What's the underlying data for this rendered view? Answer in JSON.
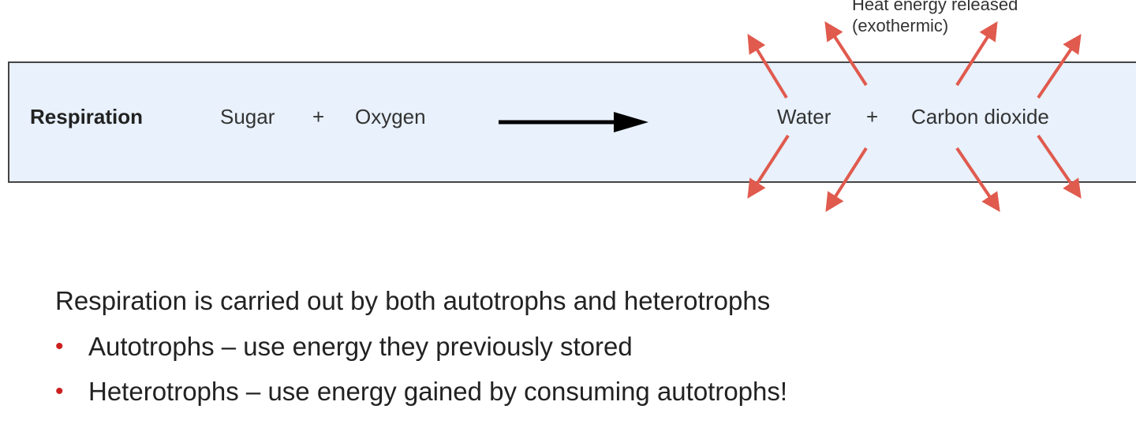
{
  "equation": {
    "process": "Respiration",
    "reactant_1": "Sugar",
    "plus_1": "+",
    "reactant_2": "Oxygen",
    "product_1": "Water",
    "plus_2": "+",
    "product_2": "Carbon dioxide"
  },
  "heat_label": {
    "line_1": "Heat energy released",
    "line_2": "(exothermic)"
  },
  "notes": {
    "lead": "Respiration is carried out by both autotrophs and heterotrophs",
    "bullets": [
      "Autotrophs – use energy they previously stored",
      "Heterotrophs – use energy gained by consuming autotrophs!"
    ]
  },
  "colors": {
    "box_fill": "#e8f1fc",
    "heat_arrows": "#e05a4e",
    "bullet": "#cc1f1f"
  }
}
